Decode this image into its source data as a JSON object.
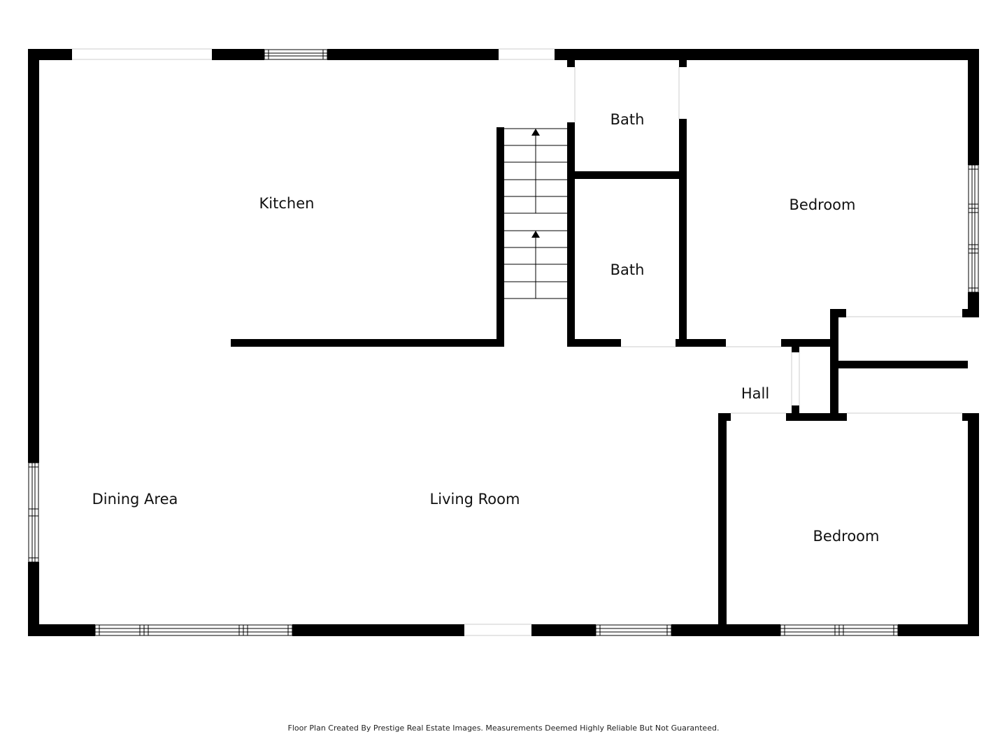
{
  "rooms": {
    "kitchen": "Kitchen",
    "bath_upper": "Bath",
    "bath_lower": "Bath",
    "bedroom_north": "Bedroom",
    "hall": "Hall",
    "dining": "Dining Area",
    "living": "Living Room",
    "bedroom_south": "Bedroom"
  },
  "footer": {
    "credit": "Floor Plan Created By Prestige Real Estate Images. Measurements Deemed Highly Reliable But Not Guaranteed."
  }
}
